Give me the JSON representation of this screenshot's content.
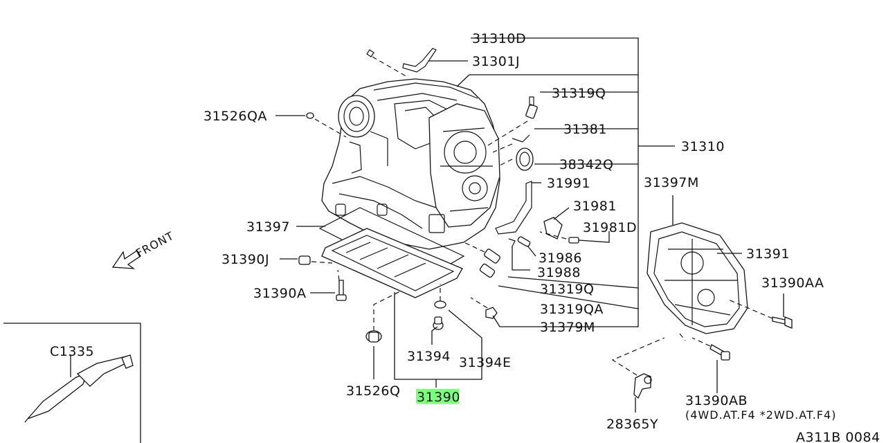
{
  "diagram": {
    "ref_code": "A311B 0084",
    "front_label": "FRONT",
    "highlight_color": "#7cff7c",
    "highlighted_part": "31390",
    "labels": {
      "p31310D": "31310D",
      "p31301J": "31301J",
      "p31319Q_top": "31319Q",
      "p31526QA": "31526QA",
      "p31381": "31381",
      "p31310": "31310",
      "p38342Q": "38342Q",
      "p31397M": "31397M",
      "p31991": "31991",
      "p31981": "31981",
      "p31981D": "31981D",
      "p31397": "31397",
      "p31390J": "31390J",
      "p31391": "31391",
      "p31986": "31986",
      "p31988": "31988",
      "p31390AA": "31390AA",
      "p31390A": "31390A",
      "p31319Q_mid": "31319Q",
      "p31319QA": "31319QA",
      "p31379M": "31379M",
      "p31394": "31394",
      "p31394E": "31394E",
      "p31526Q": "31526Q",
      "p31390": "31390",
      "p31390AB": "31390AB",
      "p31390AB_note": "(4WD.AT.F4 *2WD.AT.F4)",
      "p28365Y": "28365Y",
      "pC1335": "C1335"
    }
  }
}
